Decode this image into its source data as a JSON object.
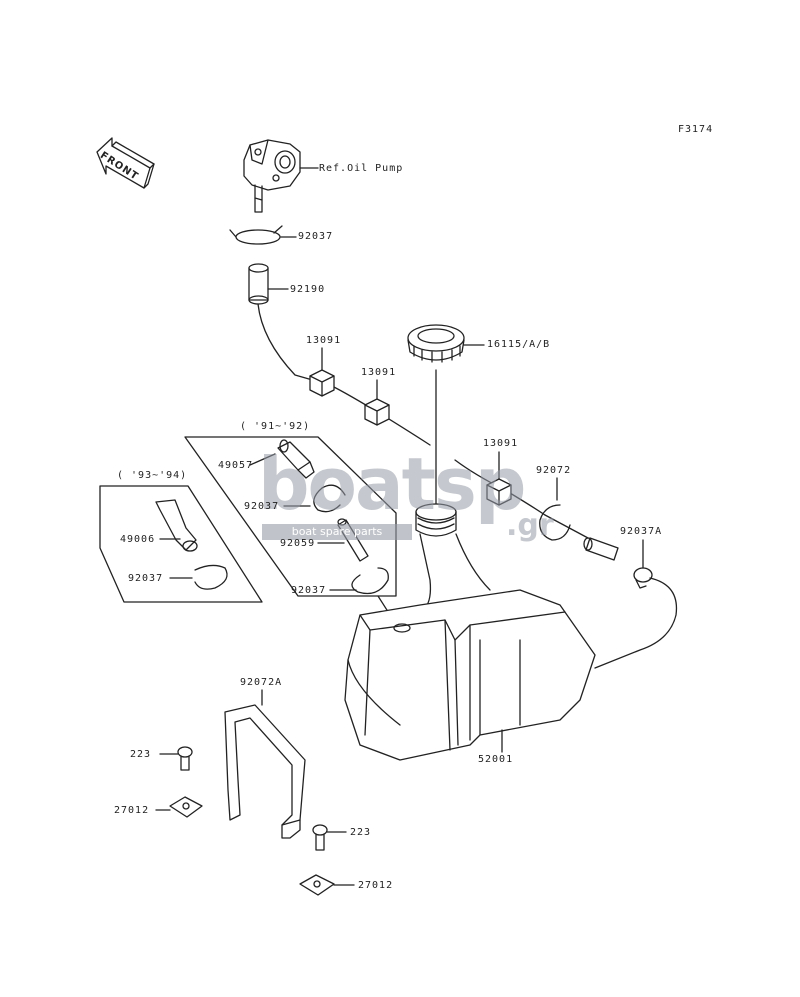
{
  "figure_code": "F3174",
  "front_label": "FRONT",
  "groups": {
    "group_91_92": "( '91~'92)",
    "group_93_94": "( '93~'94)"
  },
  "parts": {
    "oil_pump_ref": "Ref.Oil Pump",
    "clamp_top": "92037",
    "hose_top": "92190",
    "clamp_13091_a": "13091",
    "clamp_13091_b": "13091",
    "clamp_13091_c": "13091",
    "cap": "16115/A/B",
    "joint_49057": "49057",
    "clamp_92037_g1": "92037",
    "hose_92059": "92059",
    "clamp_92037_g2": "92037",
    "fitting_49006": "49006",
    "clamp_92037_g3": "92037",
    "clamp_92072": "92072",
    "clamp_92037a": "92037A",
    "band_92072a": "92072A",
    "bolt_223_a": "223",
    "nut_27012_a": "27012",
    "tank": "52001",
    "bolt_223_b": "223",
    "nut_27012_b": "27012"
  },
  "watermark": {
    "logo": "boatsp",
    "tld": ".gr",
    "subtitle": "boat spare parts"
  }
}
